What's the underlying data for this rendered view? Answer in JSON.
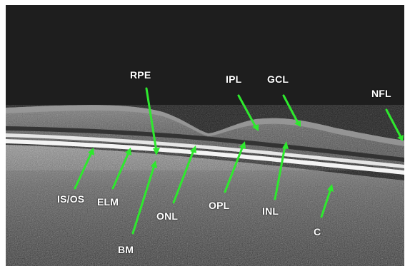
{
  "colors": {
    "arrow": "#2ee82e",
    "label_text": "#ffffff",
    "background": "#1c1c1c"
  },
  "labels": {
    "rpe": "RPE",
    "ipl": "IPL",
    "gcl": "GCL",
    "nfl": "NFL",
    "is_os": "IS/OS",
    "elm": "ELM",
    "onl": "ONL",
    "opl": "OPL",
    "inl": "INL",
    "c": "C",
    "bm": "BM"
  }
}
